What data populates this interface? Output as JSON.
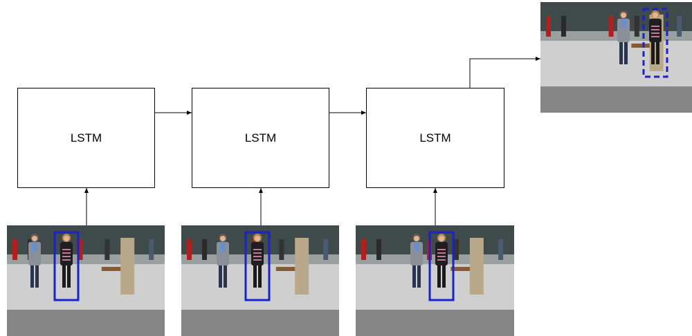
{
  "diagram": {
    "cells": [
      {
        "label": "LSTM"
      },
      {
        "label": "LSTM"
      },
      {
        "label": "LSTM"
      }
    ],
    "input_frames": [
      {
        "box_color": "#1a22c8",
        "box_style": "solid"
      },
      {
        "box_color": "#1a22c8",
        "box_style": "solid"
      },
      {
        "box_color": "#1a22c8",
        "box_style": "solid"
      }
    ],
    "output_frame": {
      "box_color": "#1a22c8",
      "box_style": "dashed"
    },
    "colors": {
      "box_border": "#000000",
      "arrow": "#000000",
      "bbox": "#1a22c8"
    }
  }
}
